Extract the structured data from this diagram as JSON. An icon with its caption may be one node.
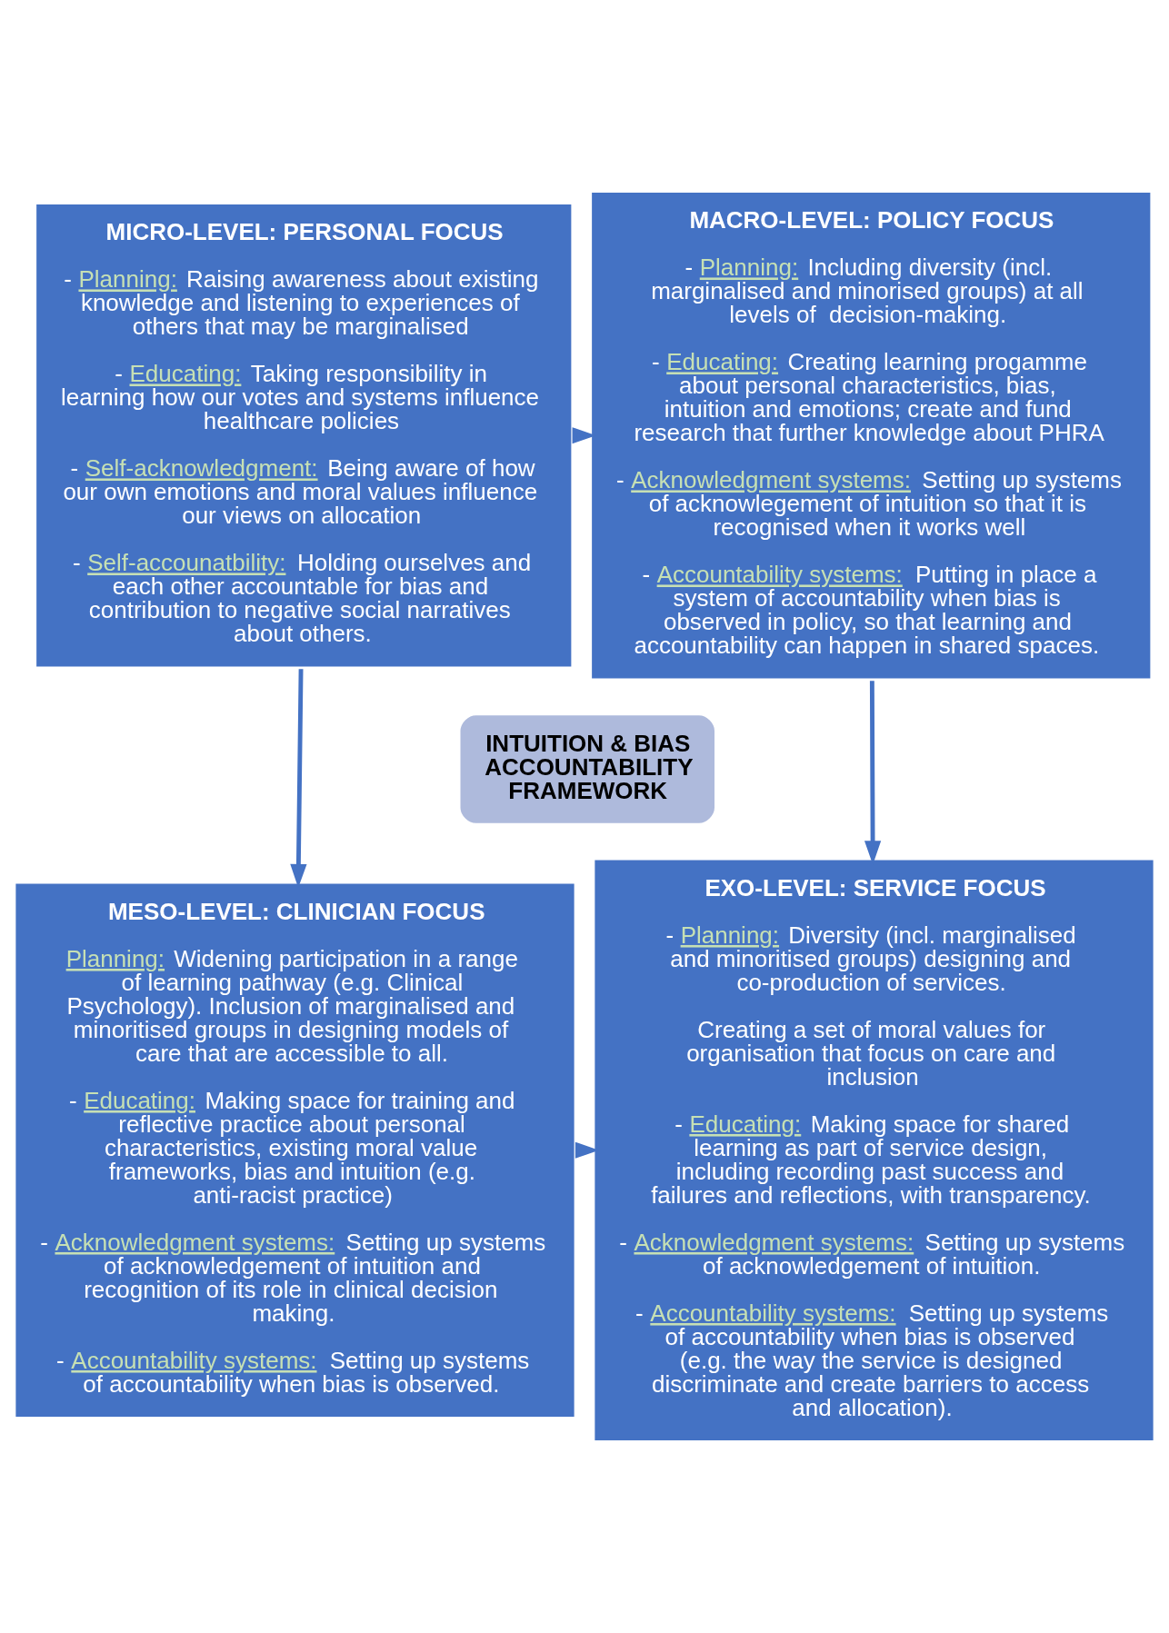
{
  "diagram": {
    "nodes": [
      {
        "text": [
          "MICRO-LEVEL: PERSONAL FOCUS",
          "- Planning: Raising awareness about existing knowledge and listening to experiences of others that may be marginalised",
          "- Educating: Taking responsibility in learning how our votes and systems influence healthcare policies",
          "- Self-acknowledgment: Being aware of how our own emotions and moral values influence our views on allocation",
          "- Self-accounatbility: Holding ourselves and each other accountable for bias and contribution to negative social narratives about others."
        ]
      },
      {
        "text": [
          "MACRO-LEVEL: POLICY FOCUS",
          "- Planning: Including diversity (incl. marginalised and minorised groups) at all levels of  decision-making.",
          "- Educating: Creating learning progamme about personal characteristics, bias, intuition and emotions; create and fund research that further knowledge about PHRA",
          "- Acknowledgment systems: Setting up systems of acknowlegement of intuition so that it is recognised when it works well",
          "- Accountability systems: Putting in place a system of accountability when bias is observed in policy, so that learning and accountability can happen in shared spaces."
        ]
      },
      {
        "text": [
          "INTUITION & BIAS ACCOUNTABILITY FRAMEWORK"
        ]
      },
      {
        "text": [
          "MESO-LEVEL: CLINICIAN FOCUS",
          "Planning: Widening participation in a range of learning pathway (e.g. Clinical Psychology). Inclusion of marginalised and minoritised groups in designing models of care that are accessible to all.",
          "- Educating: Making space for training and reflective practice about personal characteristics, existing moral value frameworks, bias and intuition (e.g. anti-racist practice)",
          "- Acknowledgment systems: Setting up systems of acknowledgement of intuition and recognition of its role in clinical decision making.",
          "- Accountability systems: Setting up systems of accountability when bias is observed."
        ]
      },
      {
        "text": [
          "EXO-LEVEL: SERVICE FOCUS",
          "- Planning: Diversity (incl. marginalised and minoritised groups) designing and co-production of services.",
          "Creating a set of moral values for organisation that focus on care and inclusion",
          "- Educating: Making space for shared learning as part of service design, including recording past success and failures and reflections, with transparency.",
          "- Acknowledgment systems: Setting up systems of acknowledgement of intuition.",
          "- Accountability systems: Setting up systems of accountability when bias is observed (e.g. the way the service is designed discriminate and create barriers to access and allocation)."
        ]
      }
    ],
    "edges": [
      {
        "from": 0,
        "to": 1,
        "arrow": "to"
      },
      {
        "from": 1,
        "to": 4,
        "arrow": "to"
      },
      {
        "from": 3,
        "to": 4,
        "arrow": "to"
      },
      {
        "from": 0,
        "to": 3,
        "arrow": "to"
      }
    ]
  }
}
